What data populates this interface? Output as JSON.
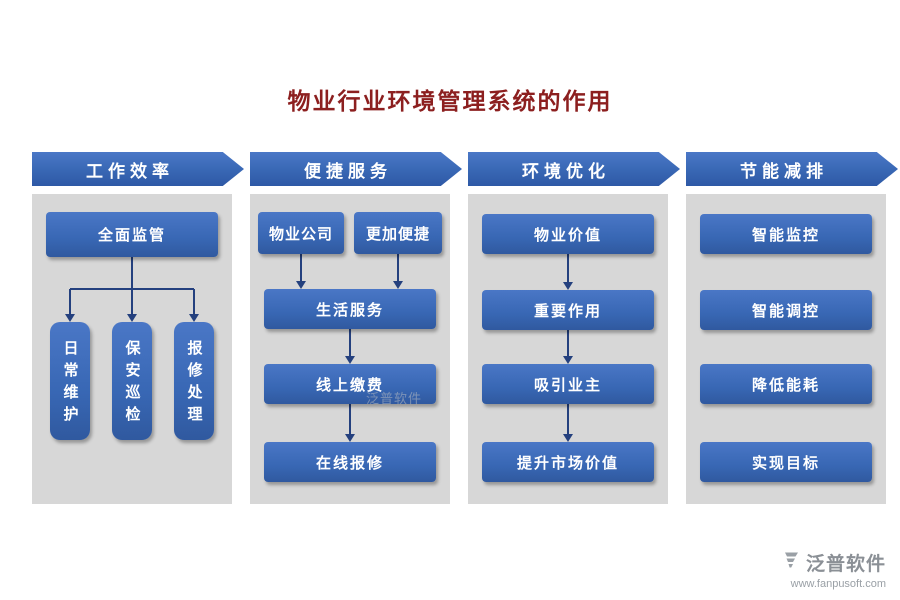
{
  "title": "物业行业环境管理系统的作用",
  "colors": {
    "title": "#8c1f1f",
    "box_blue": "#3867b4",
    "panel_gray": "#d7d7d7",
    "connector": "#24407e",
    "brand_gray": "#8b9096"
  },
  "columns": [
    {
      "header": "工作效率",
      "top_box": "全面监管",
      "vertical_boxes": [
        "日常维护",
        "保安巡检",
        "报修处理"
      ]
    },
    {
      "header": "便捷服务",
      "pair_boxes": [
        "物业公司",
        "更加便捷"
      ],
      "flow_boxes": [
        "生活服务",
        "线上缴费",
        "在线报修"
      ]
    },
    {
      "header": "环境优化",
      "flow_boxes": [
        "物业价值",
        "重要作用",
        "吸引业主",
        "提升市场价值"
      ]
    },
    {
      "header": "节能减排",
      "flow_boxes": [
        "智能监控",
        "智能调控",
        "降低能耗",
        "实现目标"
      ]
    }
  ],
  "watermark": "泛普软件",
  "footer": {
    "logo_text": "泛普软件",
    "url": "www.fanpusoft.com"
  }
}
